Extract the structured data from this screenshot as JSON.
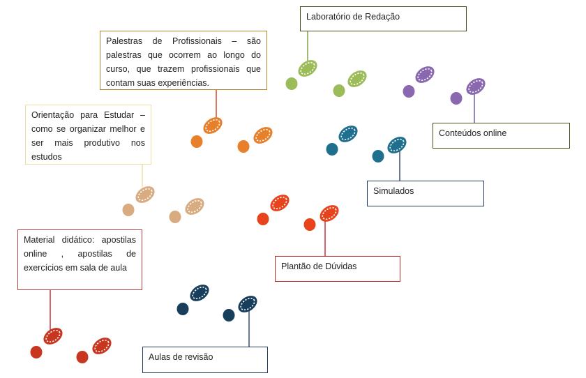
{
  "boxes": {
    "lab": {
      "text": "Laboratório de Redação",
      "border": "#4a4a1a"
    },
    "palestras": {
      "text": "Palestras de Profissionais – são palestras que ocorrem ao longo do curso, que trazem profissionais que contam suas experiências.",
      "border": "#b5842a"
    },
    "orientacao": {
      "text": "Orientação para Estudar – como se organizar melhor e ser mais produtivo nos estudos",
      "border": "#f0dca0"
    },
    "conteudos": {
      "text": "Conteúdos online",
      "border": "#4a4a1a"
    },
    "simulados": {
      "text": "Simulados",
      "border": "#1f3a5c"
    },
    "material": {
      "text": "Material didático: apostilas online , apostilas de exercícios em sala de aula",
      "border": "#b34040"
    },
    "plantao": {
      "text": "Plantão de Dúvidas",
      "border": "#b82828"
    },
    "aulas": {
      "text": "Aulas de revisão",
      "border": "#1f3a5c"
    }
  },
  "footprint_colors": {
    "green": "#9cbc5a",
    "purple": "#8a68b0",
    "orange": "#e87f2a",
    "teal": "#1f6f8e",
    "tan": "#d8ab80",
    "red": "#e8441c",
    "navy": "#173f5c",
    "crimson": "#c83620"
  },
  "connector_colors": {
    "green": "#7a9a40",
    "purple": "#6a54a0",
    "orange": "#c8401c",
    "teal": "#2a3f6a",
    "tan": "#f0dca0",
    "red": "#c82030",
    "navy": "#2a3f6a",
    "crimson": "#c82030"
  }
}
